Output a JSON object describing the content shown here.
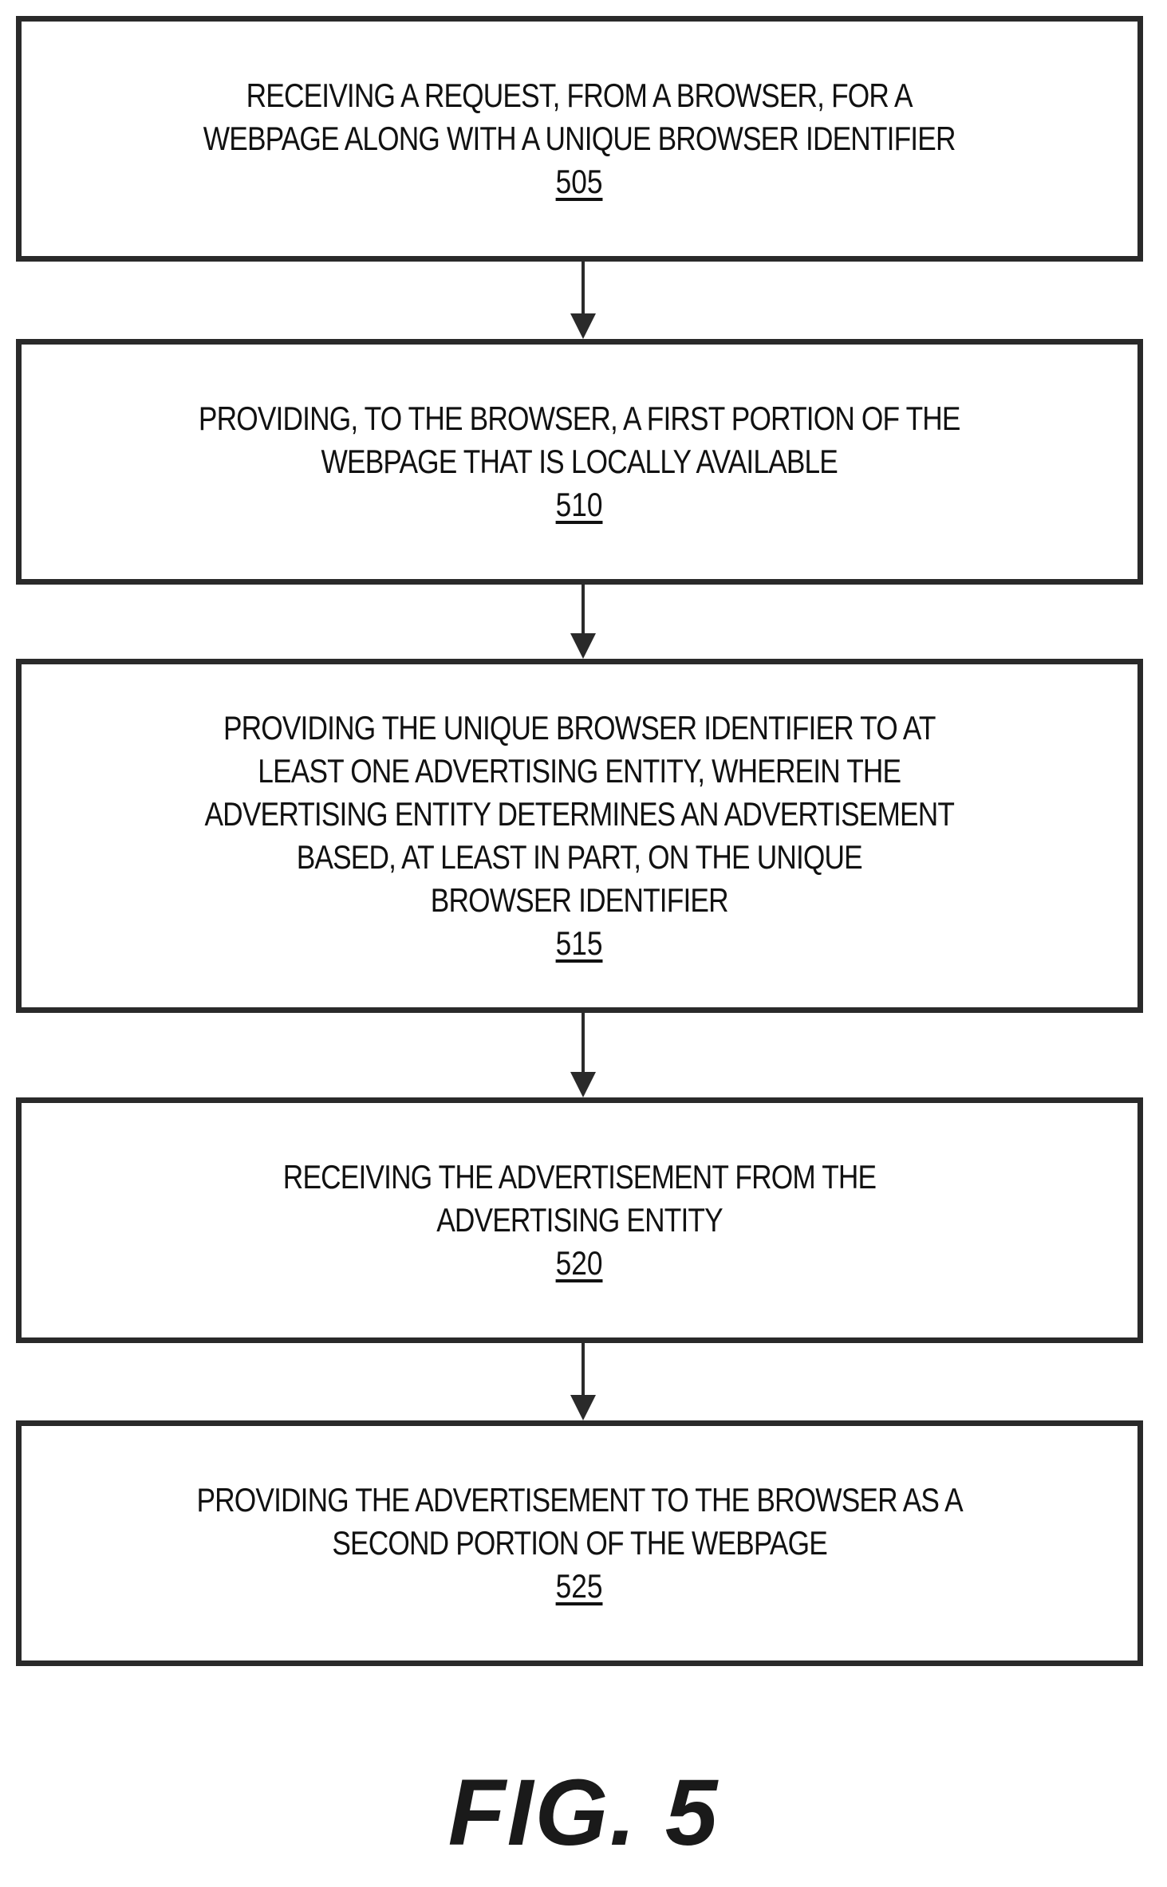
{
  "steps": [
    {
      "lines": [
        "RECEIVING A REQUEST, FROM A BROWSER, FOR A",
        "WEBPAGE ALONG WITH A UNIQUE BROWSER IDENTIFIER"
      ],
      "ref": "505"
    },
    {
      "lines": [
        "PROVIDING, TO THE BROWSER, A FIRST PORTION OF THE",
        "WEBPAGE THAT IS LOCALLY AVAILABLE"
      ],
      "ref": "510"
    },
    {
      "lines": [
        "PROVIDING THE UNIQUE BROWSER IDENTIFIER TO AT",
        "LEAST ONE ADVERTISING ENTITY, WHEREIN THE",
        "ADVERTISING ENTITY DETERMINES AN ADVERTISEMENT",
        "BASED, AT LEAST IN PART, ON THE UNIQUE",
        "BROWSER IDENTIFIER"
      ],
      "ref": "515"
    },
    {
      "lines": [
        "RECEIVING THE ADVERTISEMENT FROM  THE",
        "ADVERTISING ENTITY"
      ],
      "ref": "520"
    },
    {
      "lines": [
        "PROVIDING THE ADVERTISEMENT TO THE BROWSER AS A",
        "SECOND PORTION OF THE WEBPAGE"
      ],
      "ref": "525"
    }
  ],
  "figure_label": "FIG. 5"
}
